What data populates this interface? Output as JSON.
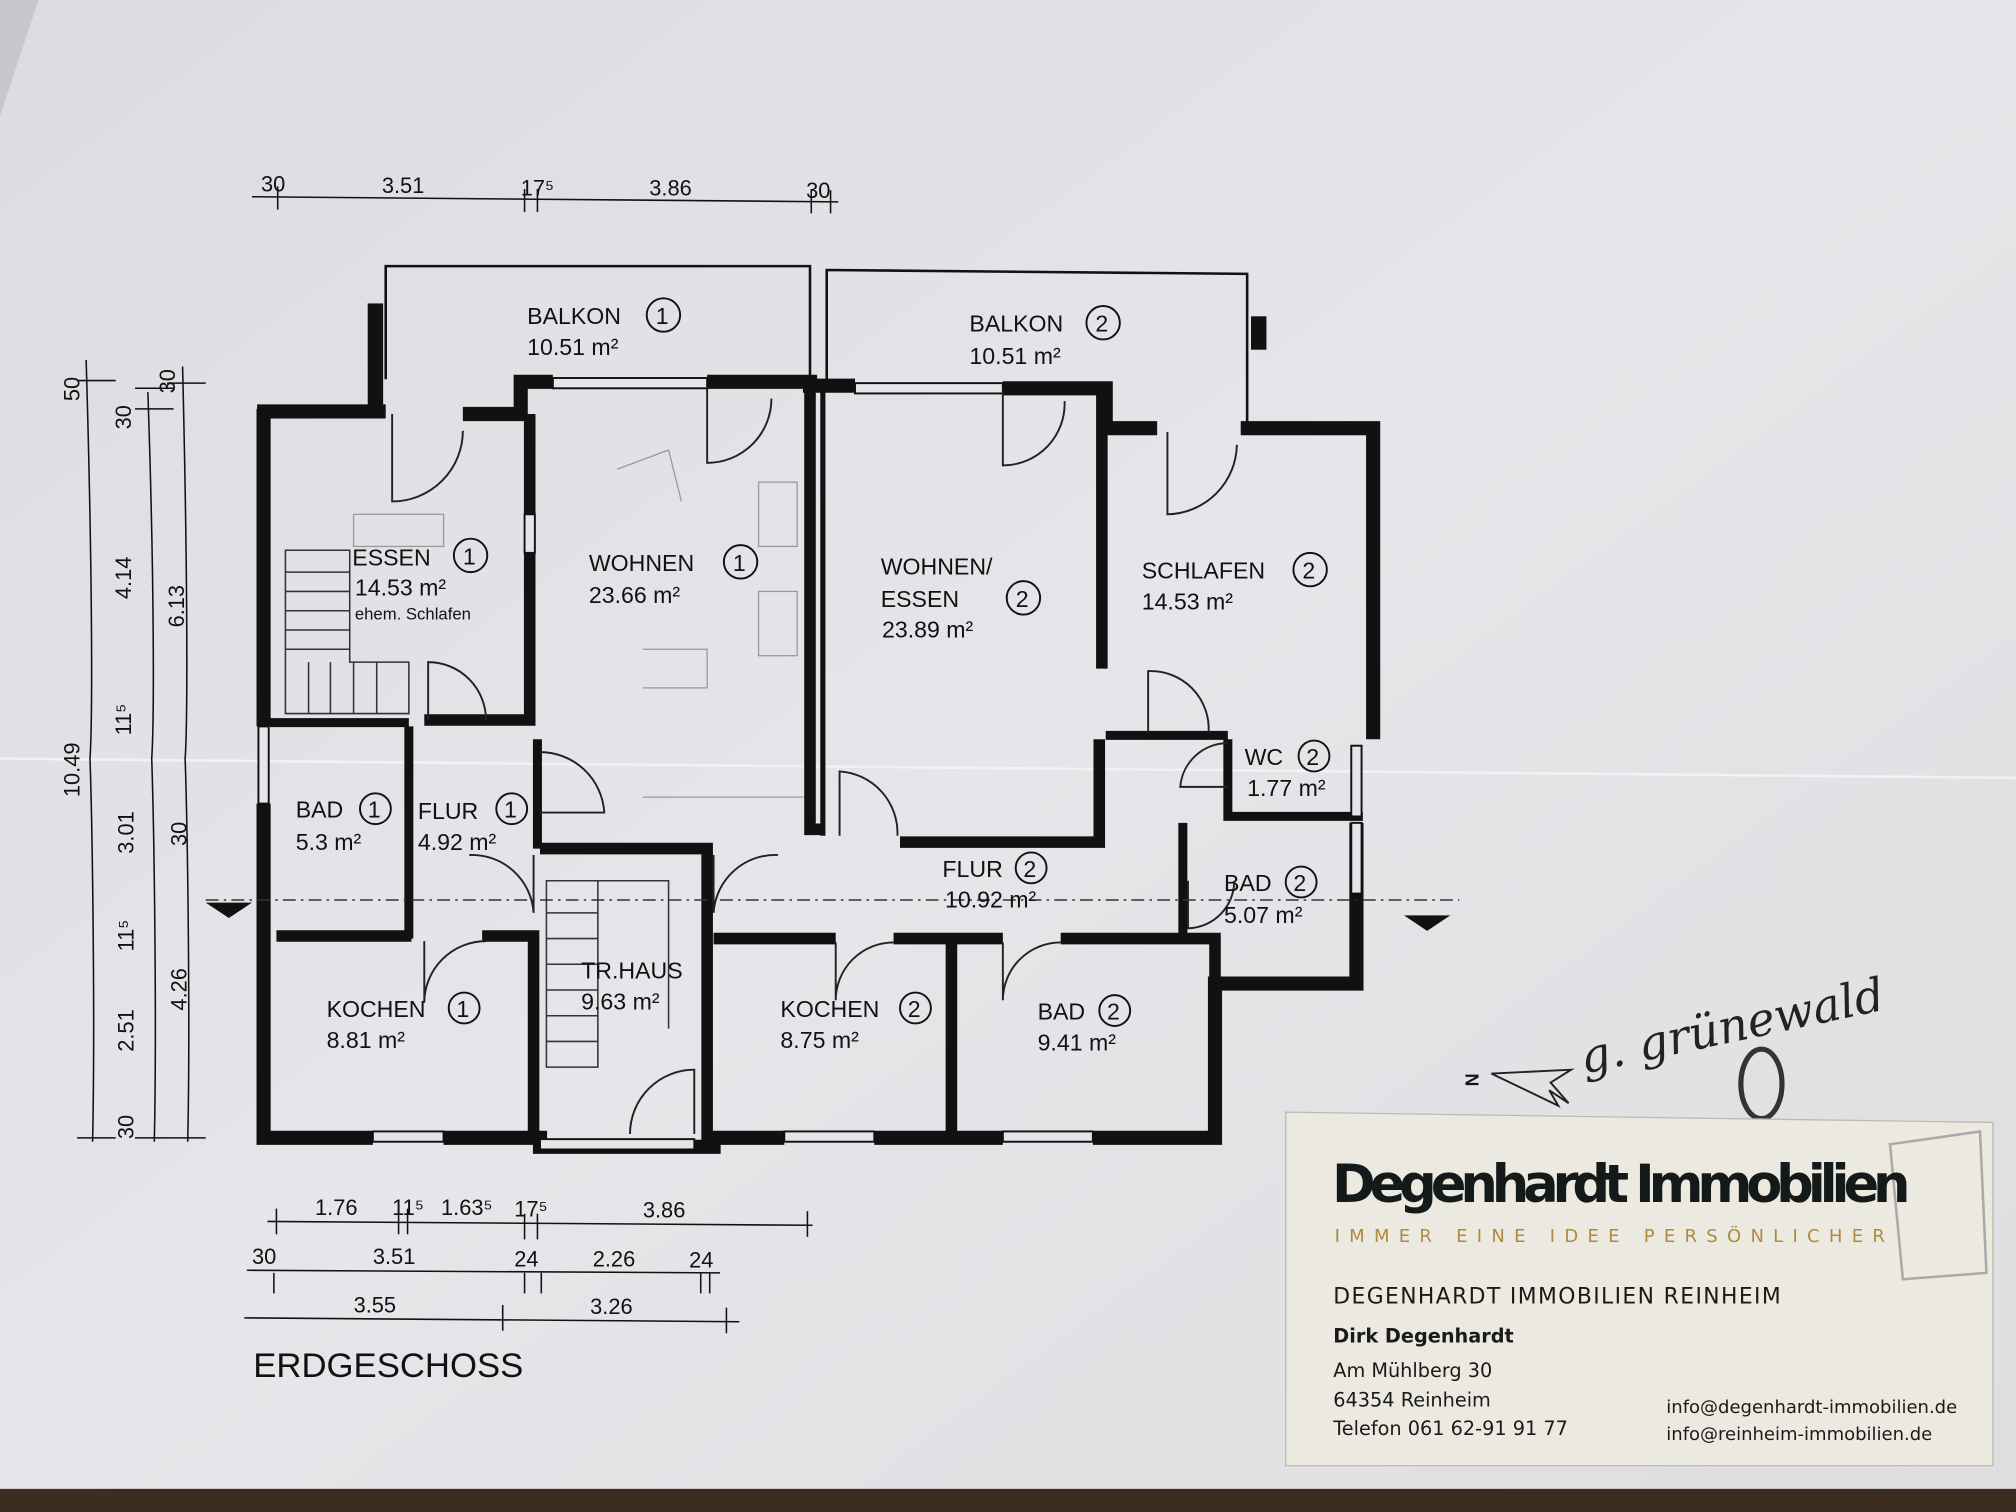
{
  "plan": {
    "title": "ERDGESCHOSS",
    "rooms": [
      {
        "name": "BALKON",
        "unit": "1",
        "area": "10.51 m²"
      },
      {
        "name": "BALKON",
        "unit": "2",
        "area": "10.51 m²"
      },
      {
        "name": "ESSEN",
        "unit": "1",
        "area": "14.53 m²",
        "note": "ehem. Schlafen"
      },
      {
        "name": "WOHNEN",
        "unit": "1",
        "area": "23.66 m²"
      },
      {
        "name": "WOHNEN/",
        "name2": "ESSEN",
        "unit": "2",
        "area": "23.89 m²"
      },
      {
        "name": "SCHLAFEN",
        "unit": "2",
        "area": "14.53 m²"
      },
      {
        "name": "WC",
        "unit": "2",
        "area": "1.77 m²"
      },
      {
        "name": "BAD",
        "unit": "1",
        "area": "5.3 m²"
      },
      {
        "name": "FLUR",
        "unit": "1",
        "area": "4.92 m²"
      },
      {
        "name": "FLUR",
        "unit": "2",
        "area": "10.92 m²"
      },
      {
        "name": "BAD",
        "unit": "2",
        "area": "5.07 m²"
      },
      {
        "name": "TR.HAUS",
        "area": "9.63 m²"
      },
      {
        "name": "KOCHEN",
        "unit": "1",
        "area": "8.81 m²"
      },
      {
        "name": "KOCHEN",
        "unit": "2",
        "area": "8.75 m²"
      },
      {
        "name": "BAD",
        "unit": "2",
        "area": "9.41 m²"
      }
    ],
    "dimensions": {
      "top": [
        "30",
        "3.51",
        "17⁵",
        "3.86",
        "30"
      ],
      "left_outer": [
        "50",
        "10.49"
      ],
      "left_middle": [
        "30",
        "4.14",
        "11⁵",
        "3.01",
        "11⁵",
        "2.51",
        "30"
      ],
      "left_inner": [
        "30",
        "6.13",
        "30",
        "4.26"
      ],
      "bottom_row1": [
        "1.76",
        "11⁵",
        "1.63⁵",
        "17⁵",
        "3.86"
      ],
      "bottom_row2": [
        "30",
        "3.51",
        "24",
        "2.26",
        "24"
      ],
      "bottom_row3": [
        "3.55",
        "3.26"
      ]
    },
    "north_label": "N",
    "handwriting": "g. grünewald"
  },
  "card": {
    "company": "Degenhardt Immobilien",
    "tagline": "IMMER EINE IDEE PERSÖNLICHER",
    "office": "DEGENHARDT IMMOBILIEN REINHEIM",
    "person": "Dirk Degenhardt",
    "street": "Am Mühlberg 30",
    "city": "64354 Reinheim",
    "phone": "Telefon 061 62-91 91 77",
    "email1": "info@degenhardt-immobilien.de",
    "email2": "info@reinheim-immobilien.de",
    "tagline_color": "#b08a3e"
  }
}
